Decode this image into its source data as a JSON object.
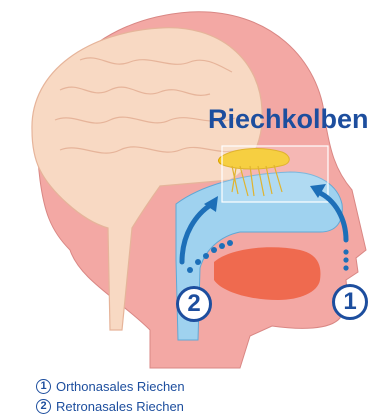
{
  "diagram": {
    "title": "Riechkolben",
    "markers": {
      "ortho": "1",
      "retro": "2"
    },
    "legend": [
      {
        "number": "1",
        "label": "Orthonasales Riechen"
      },
      {
        "number": "2",
        "label": "Retronasales Riechen"
      }
    ],
    "colors": {
      "skin": "#f3a8a4",
      "brain": "#f8d9c3",
      "brain_outline": "#e6b49a",
      "nasal_cavity": "#9fd2ef",
      "bulb": "#f5c518",
      "tongue": "#ef6a4f",
      "arrow": "#1d6fb8",
      "text": "#1d4e9e"
    }
  }
}
